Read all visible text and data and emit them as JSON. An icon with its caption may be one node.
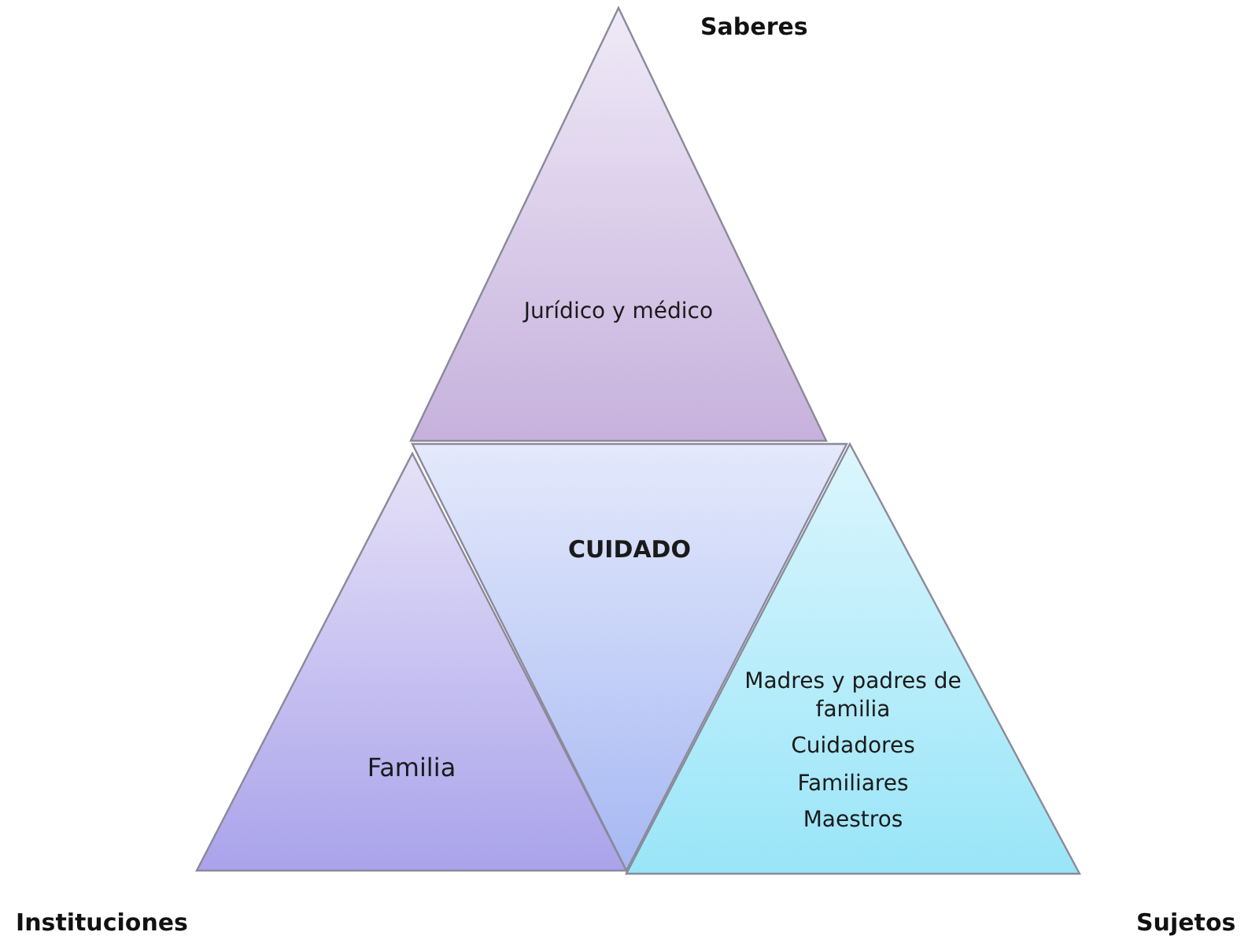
{
  "diagram": {
    "nodes": [
      {
        "text": [
          "Jurídico y médico"
        ],
        "beside": [
          "Saberes"
        ]
      },
      {
        "text": [
          "CUIDADO"
        ]
      },
      {
        "text": [
          "Familia"
        ],
        "beside": [
          "Instituciones"
        ]
      },
      {
        "text": [
          "Madres y padres de familia",
          "Cuidadores",
          "Familiares",
          "Maestros"
        ],
        "beside": [
          "Sujetos"
        ]
      }
    ]
  }
}
